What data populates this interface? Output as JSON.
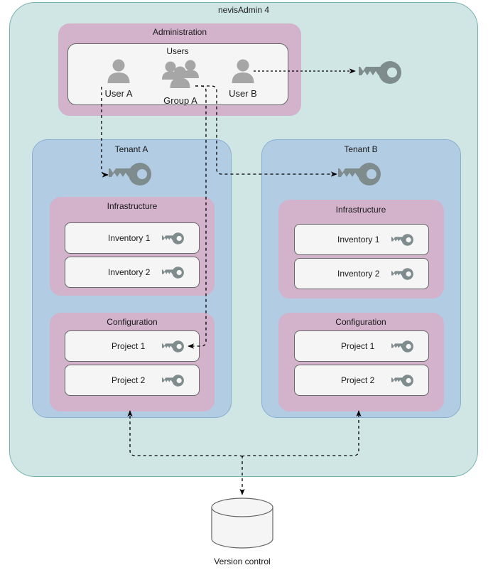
{
  "diagram": {
    "title": "nevisAdmin 4",
    "colors": {
      "outer_fill": "#cfe6e5",
      "outer_stroke": "#79b3b0",
      "pink_fill": "#d3b2cb",
      "blue_fill": "#b2cce3",
      "blue_stroke": "#8aaed0",
      "card_fill": "#f5f5f5",
      "card_stroke": "#666666",
      "icon_gray": "#7f8c8d",
      "person_gray": "#a6a6a6",
      "line_color": "#000000",
      "text_color": "#1a1a1a"
    },
    "administration": {
      "title": "Administration",
      "users_panel": {
        "title": "Users",
        "members": [
          {
            "label": "User A",
            "icon": "person-icon"
          },
          {
            "label": "Group A",
            "icon": "group-of-people-icon"
          },
          {
            "label": "User B",
            "icon": "person-icon"
          }
        ]
      }
    },
    "tenants": [
      {
        "title": "Tenant A",
        "tenant_key_icon": "key-icon",
        "sections": [
          {
            "title": "Infrastructure",
            "items": [
              {
                "label": "Inventory 1",
                "icon": "key-icon"
              },
              {
                "label": "Inventory 2",
                "icon": "key-icon"
              }
            ]
          },
          {
            "title": "Configuration",
            "items": [
              {
                "label": "Project 1",
                "icon": "key-icon"
              },
              {
                "label": "Project 2",
                "icon": "key-icon"
              }
            ]
          }
        ]
      },
      {
        "title": "Tenant B",
        "tenant_key_icon": "key-icon",
        "sections": [
          {
            "title": "Infrastructure",
            "items": [
              {
                "label": "Inventory 1",
                "icon": "key-icon"
              },
              {
                "label": "Inventory 2",
                "icon": "key-icon"
              }
            ]
          },
          {
            "title": "Configuration",
            "items": [
              {
                "label": "Project 1",
                "icon": "key-icon"
              },
              {
                "label": "Project 2",
                "icon": "key-icon"
              }
            ]
          }
        ]
      }
    ],
    "external_key": {
      "icon": "key-icon"
    },
    "version_control": {
      "label": "Version control",
      "icon": "database-cylinder-icon"
    }
  }
}
